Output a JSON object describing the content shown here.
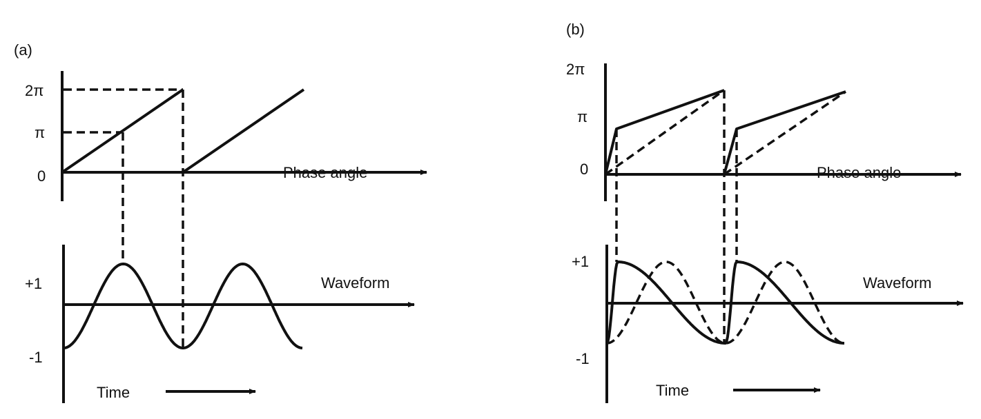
{
  "panel_a": {
    "label": "(a)",
    "ticks_phase": [
      "2π",
      "π",
      "0"
    ],
    "ticks_wave": [
      "+1",
      "-1"
    ],
    "phase_label": "Phase angle",
    "wave_label": "Waveform",
    "time_label": "Time"
  },
  "panel_b": {
    "label": "(b)",
    "ticks_phase": [
      "2π",
      "π",
      "0"
    ],
    "ticks_wave": [
      "+1",
      "-1"
    ],
    "phase_label": "Phase angle",
    "wave_label": "Waveform",
    "time_label": "Time"
  },
  "diagram": {
    "cycles": 2,
    "distortion_breakpoint_fraction": 0.093,
    "line_color": "#111111"
  }
}
